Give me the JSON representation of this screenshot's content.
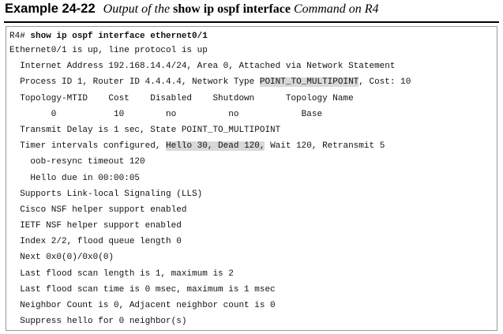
{
  "caption": {
    "label": "Example 24-22",
    "title_italic_1": "Output of the",
    "title_bold": "show ip ospf interface",
    "title_italic_2": "Command on R4"
  },
  "output": {
    "prompt": "R4#",
    "command": "show ip ospf interface ethernet0/1",
    "lines": [
      {
        "text": "Ethernet0/1 is up, line protocol is up"
      },
      {
        "text": "  Internet Address 192.168.14.4/24, Area 0, Attached via Network Statement"
      },
      {
        "pre": "  Process ID 1, Router ID 4.4.4.4, Network Type ",
        "hl": "POINT_TO_MULTIPOINT",
        "post": ", Cost: 10"
      },
      {
        "text": "  Topology-MTID    Cost    Disabled    Shutdown      Topology Name"
      },
      {
        "text": "        0           10        no          no            Base"
      },
      {
        "text": "  Transmit Delay is 1 sec, State POINT_TO_MULTIPOINT"
      },
      {
        "pre": "  Timer intervals configured, ",
        "hl": "Hello 30, Dead 120,",
        "post": " Wait 120, Retransmit 5"
      },
      {
        "text": "    oob-resync timeout 120"
      },
      {
        "text": "    Hello due in 00:00:05"
      },
      {
        "text": "  Supports Link-local Signaling (LLS)"
      },
      {
        "text": "  Cisco NSF helper support enabled"
      },
      {
        "text": "  IETF NSF helper support enabled"
      },
      {
        "text": "  Index 2/2, flood queue length 0"
      },
      {
        "text": "  Next 0x0(0)/0x0(0)"
      },
      {
        "text": "  Last flood scan length is 1, maximum is 2"
      },
      {
        "text": "  Last flood scan time is 0 msec, maximum is 1 msec"
      },
      {
        "text": "  Neighbor Count is 0, Adjacent neighbor count is 0"
      },
      {
        "text": "  Suppress hello for 0 neighbor(s)"
      }
    ]
  }
}
